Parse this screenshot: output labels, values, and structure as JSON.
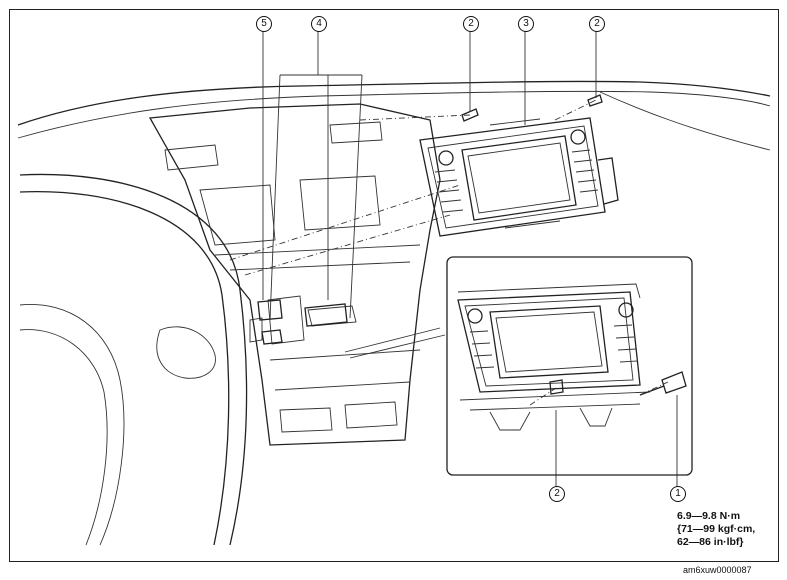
{
  "callouts": {
    "c1": "1",
    "c2a": "2",
    "c2b": "2",
    "c2c": "2",
    "c3": "3",
    "c4": "4",
    "c5": "5"
  },
  "torque": {
    "line1": "6.9—9.8 N·m",
    "line2": "{71—99 kgf·cm,",
    "line3": "62—86 in·lbf}"
  },
  "figure_id": "am6xuw0000087"
}
